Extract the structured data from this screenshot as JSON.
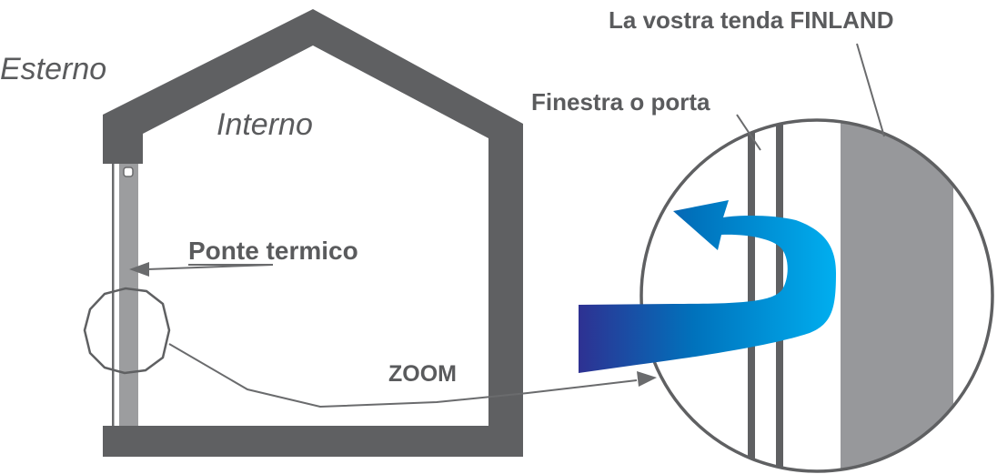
{
  "labels": {
    "esterno": "Esterno",
    "interno": "Interno",
    "ponte_termico": "Ponte termico",
    "zoom": "ZOOM",
    "finestra_o_porta": "Finestra o porta",
    "tenda_finland": "La vostra tenda FINLAND"
  },
  "colors": {
    "wall": "#5f6062",
    "curtain": "#97989b",
    "thermal_bridge": "#9c9d9f",
    "leader_line": "#6a6b6d",
    "text": "#5a5b5d",
    "arrow_start": "#2e3192",
    "arrow_mid": "#0072bc",
    "arrow_end": "#00aeef"
  },
  "icons": {
    "heat_flow": "curved-arrow-icon"
  }
}
